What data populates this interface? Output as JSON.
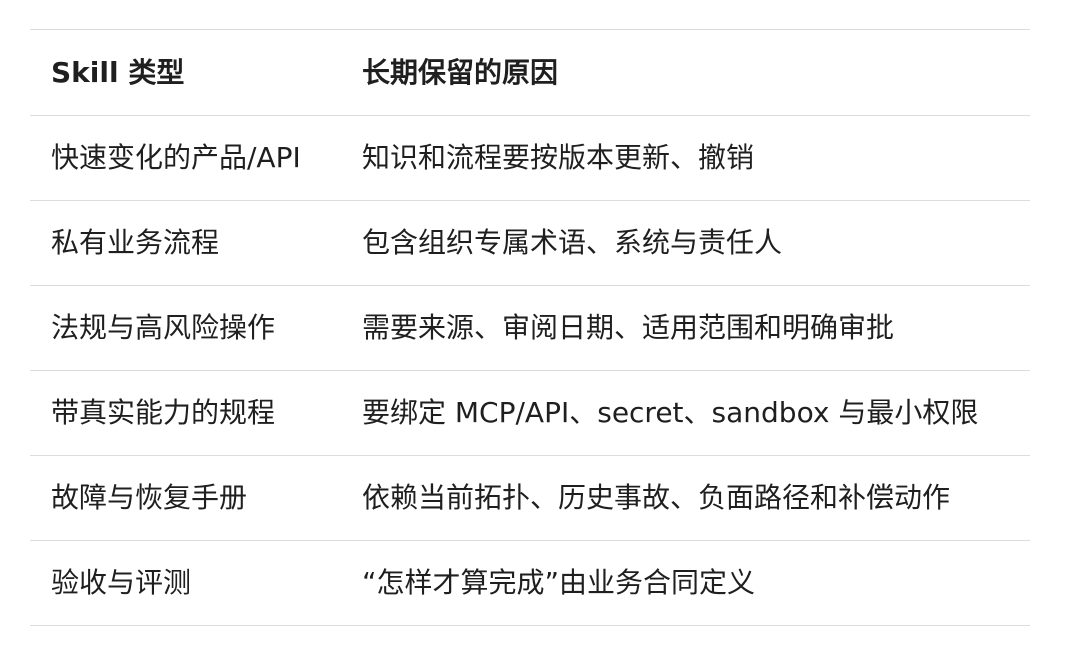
{
  "table": {
    "headers": [
      "Skill 类型",
      "长期保留的原因"
    ],
    "rows": [
      [
        "快速变化的产品/API",
        "知识和流程要按版本更新、撤销"
      ],
      [
        "私有业务流程",
        "包含组织专属术语、系统与责任人"
      ],
      [
        "法规与高风险操作",
        "需要来源、审阅日期、适用范围和明确审批"
      ],
      [
        "带真实能力的规程",
        "要绑定 MCP/API、secret、sandbox 与最小权限"
      ],
      [
        "故障与恢复手册",
        "依赖当前拓扑、历史事故、负面路径和补偿动作"
      ],
      [
        "验收与评测",
        "“怎样才算完成”由业务合同定义"
      ]
    ]
  }
}
